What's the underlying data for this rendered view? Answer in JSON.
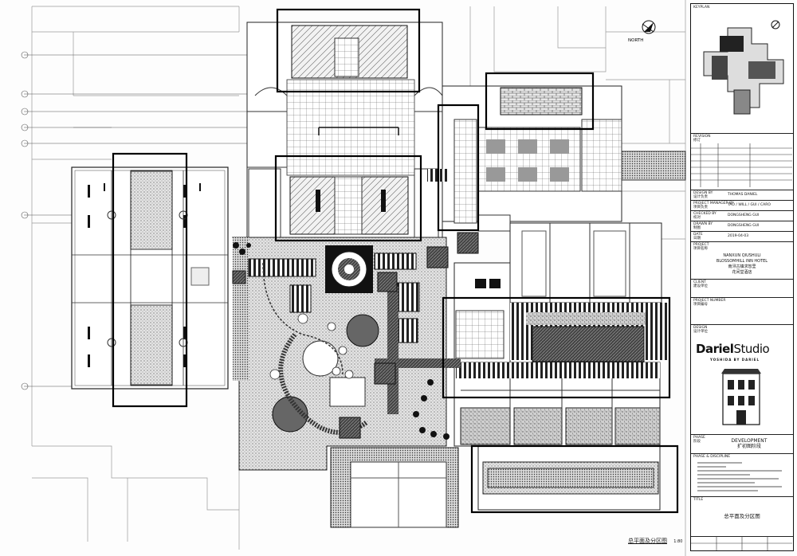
{
  "north": "NORTH",
  "sheet": {
    "keyplan_label": "KEYPLAN",
    "revision_label": "REVISION",
    "revision_sub": "修订",
    "design_by_label": "DESIGN BY",
    "design_by_sub": "设计负责",
    "design_by": "THOMAS DANIEL",
    "pm_label": "PROJECT MANAGER BY",
    "pm_sub": "项目负责",
    "pm": "TAO / WILL / GUI / CARO",
    "checked_label": "CHECKED BY",
    "checked_sub": "校对",
    "checked": "DONGSHENG GUI",
    "drawn_label": "DRAWN BY",
    "drawn_sub": "制图",
    "drawn": "DONGSHENG GUI",
    "date_label": "DATE",
    "date_sub": "日期",
    "date": "2019-04-03",
    "project_label": "PROJECT",
    "project_sub": "项目名称",
    "project_line1": "NANXUN QIUSHULI",
    "project_line2": "BLOSSOMHILL INN HOTEL",
    "project_cn1": "南浔古镇求恕里",
    "project_cn2": "花间堂酒店",
    "client_label": "CLIENT",
    "client_sub": "建设单位",
    "project_number_label": "PROJECT NUMBER",
    "project_number_sub": "项目编号",
    "design_label": "DESIGN",
    "design_sub": "设计单位",
    "logo_main": "Dariel",
    "logo_studio": "Studio",
    "logo_sub": "YOSHIDA BY DARIEL",
    "phase_label": "PHASE",
    "phase_sub": "阶段",
    "phase_en": "DEVELOPMENT",
    "phase_cn": "扩初图阶段",
    "notes_label": "PHASE & DISCIPLINE",
    "title_label": "TITLE",
    "title_cn": "总平面及分区图",
    "bottom_title": "总平面及分区图",
    "scale": "1:80"
  }
}
